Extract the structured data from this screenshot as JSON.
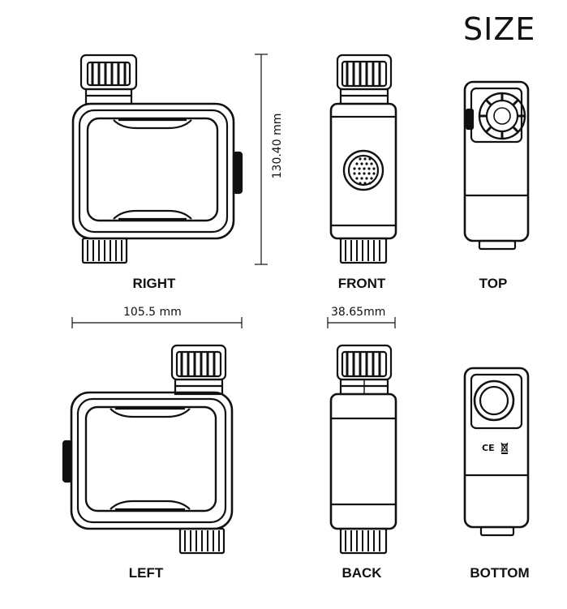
{
  "title": "SIZE",
  "views": {
    "right": "RIGHT",
    "front": "FRONT",
    "top": "TOP",
    "left": "LEFT",
    "back": "BACK",
    "bottom": "BOTTOM"
  },
  "dimensions": {
    "height": "130.40 mm",
    "width": "105.5 mm",
    "depth": "38.65mm"
  },
  "bottom_marks": {
    "ce": "CE",
    "weee": "WEEE bin"
  }
}
